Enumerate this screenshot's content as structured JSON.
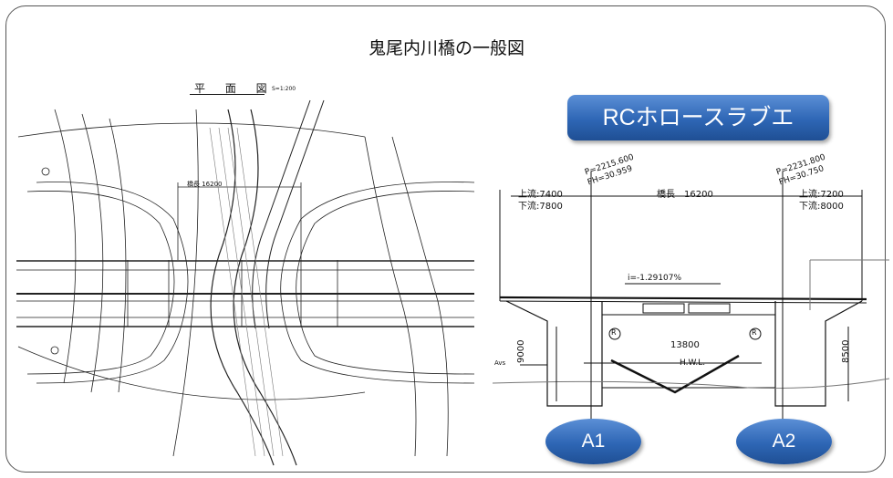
{
  "title": "鬼尾内川橋の一般図",
  "plan": {
    "title": "平 面 図",
    "scale": "S=1:200",
    "bridge_length_label": "橋長 16200"
  },
  "elevation": {
    "type_badge": "RCホロースラブエ",
    "p_left": "P=2215.600",
    "fh_left": "FH=30.959",
    "p_right": "P=2231.800",
    "fh_right": "FH=30.750",
    "upstream_left": "上流:7400",
    "downstream_left": "下流:7800",
    "bridge_length": "橋長　16200",
    "upstream_right": "上流:7200",
    "downstream_right": "下流:8000",
    "gradient": "i=-1.29107%",
    "span": "13800",
    "hwl": "H.W.L.",
    "height_left": "9000",
    "height_right": "8500",
    "r_mark": "R",
    "avs": "Avs",
    "abutment_left": "A1",
    "abutment_right": "A2"
  },
  "colors": {
    "badge_blue": "#2e66b5",
    "frame": "#555555"
  }
}
